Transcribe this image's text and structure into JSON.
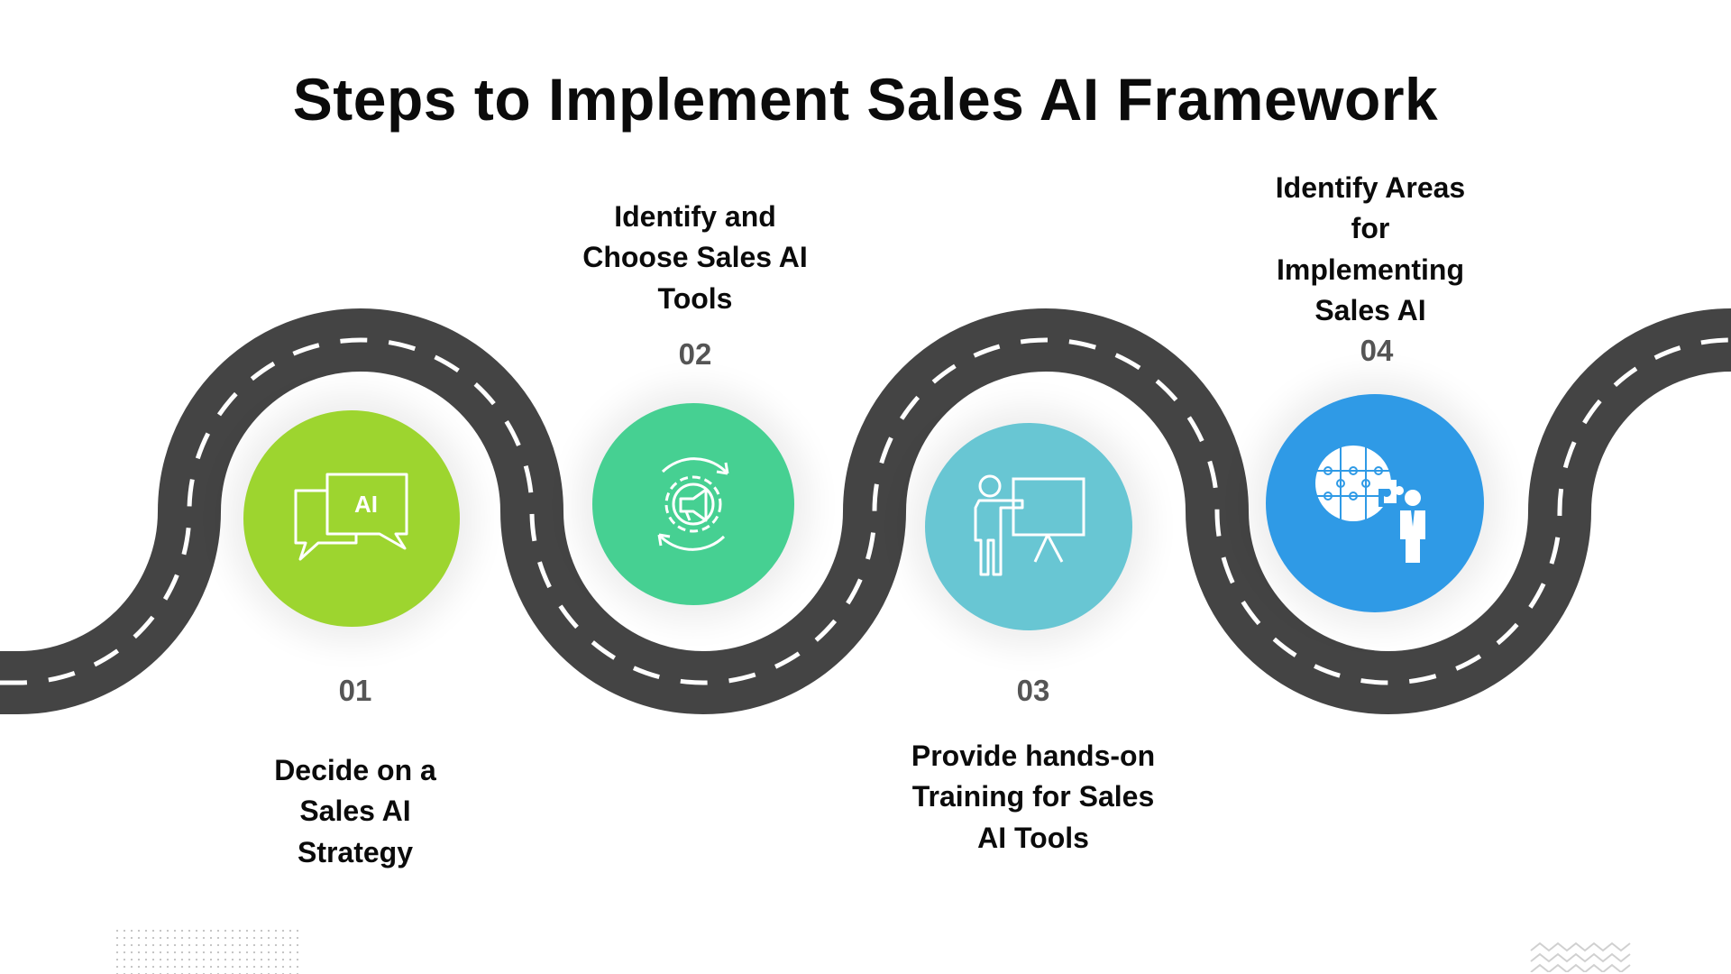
{
  "title": "Steps to Implement Sales AI Framework",
  "steps": [
    {
      "number": "01",
      "label": "Decide on a Sales AI Strategy",
      "color": "#9dd52f",
      "icon": "ai-chat-icon"
    },
    {
      "number": "02",
      "label": "Identify and Choose Sales AI Tools",
      "color": "#46d092",
      "icon": "megaphone-gear-icon"
    },
    {
      "number": "03",
      "label": "Provide hands-on Training for Sales AI Tools",
      "color": "#68c6d3",
      "icon": "presentation-trainer-icon"
    },
    {
      "number": "04",
      "label": "Identify Areas for Implementing Sales AI",
      "color": "#2f9ae6",
      "icon": "puzzle-person-icon"
    }
  ],
  "icon_text": {
    "ai": "AI"
  },
  "colors": {
    "road": "#444444",
    "road_marking": "#ffffff",
    "title": "#0b0b0b",
    "number": "#555555"
  }
}
